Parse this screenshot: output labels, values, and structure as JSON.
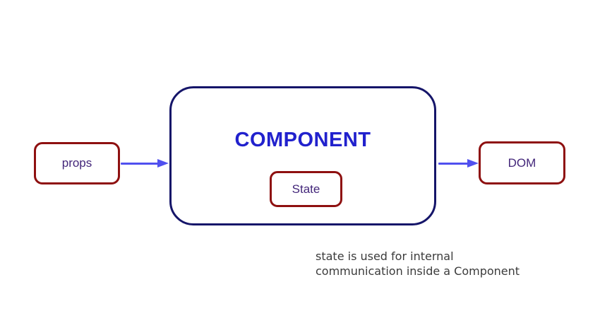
{
  "diagram": {
    "props_box": {
      "label": "props"
    },
    "component_box": {
      "title": "COMPONENT"
    },
    "state_box": {
      "label": "State"
    },
    "dom_box": {
      "label": "DOM"
    },
    "caption": {
      "line1": "state is used for internal",
      "line2": "communication inside a Component"
    }
  },
  "colors": {
    "background": "#ffffff",
    "box_border_red": "#8e1010",
    "component_border_navy": "#151569",
    "component_title_blue": "#2121cd",
    "label_text_purple": "#43267a",
    "arrow_blue": "#5050ef",
    "caption_text": "#3b3b3b"
  }
}
